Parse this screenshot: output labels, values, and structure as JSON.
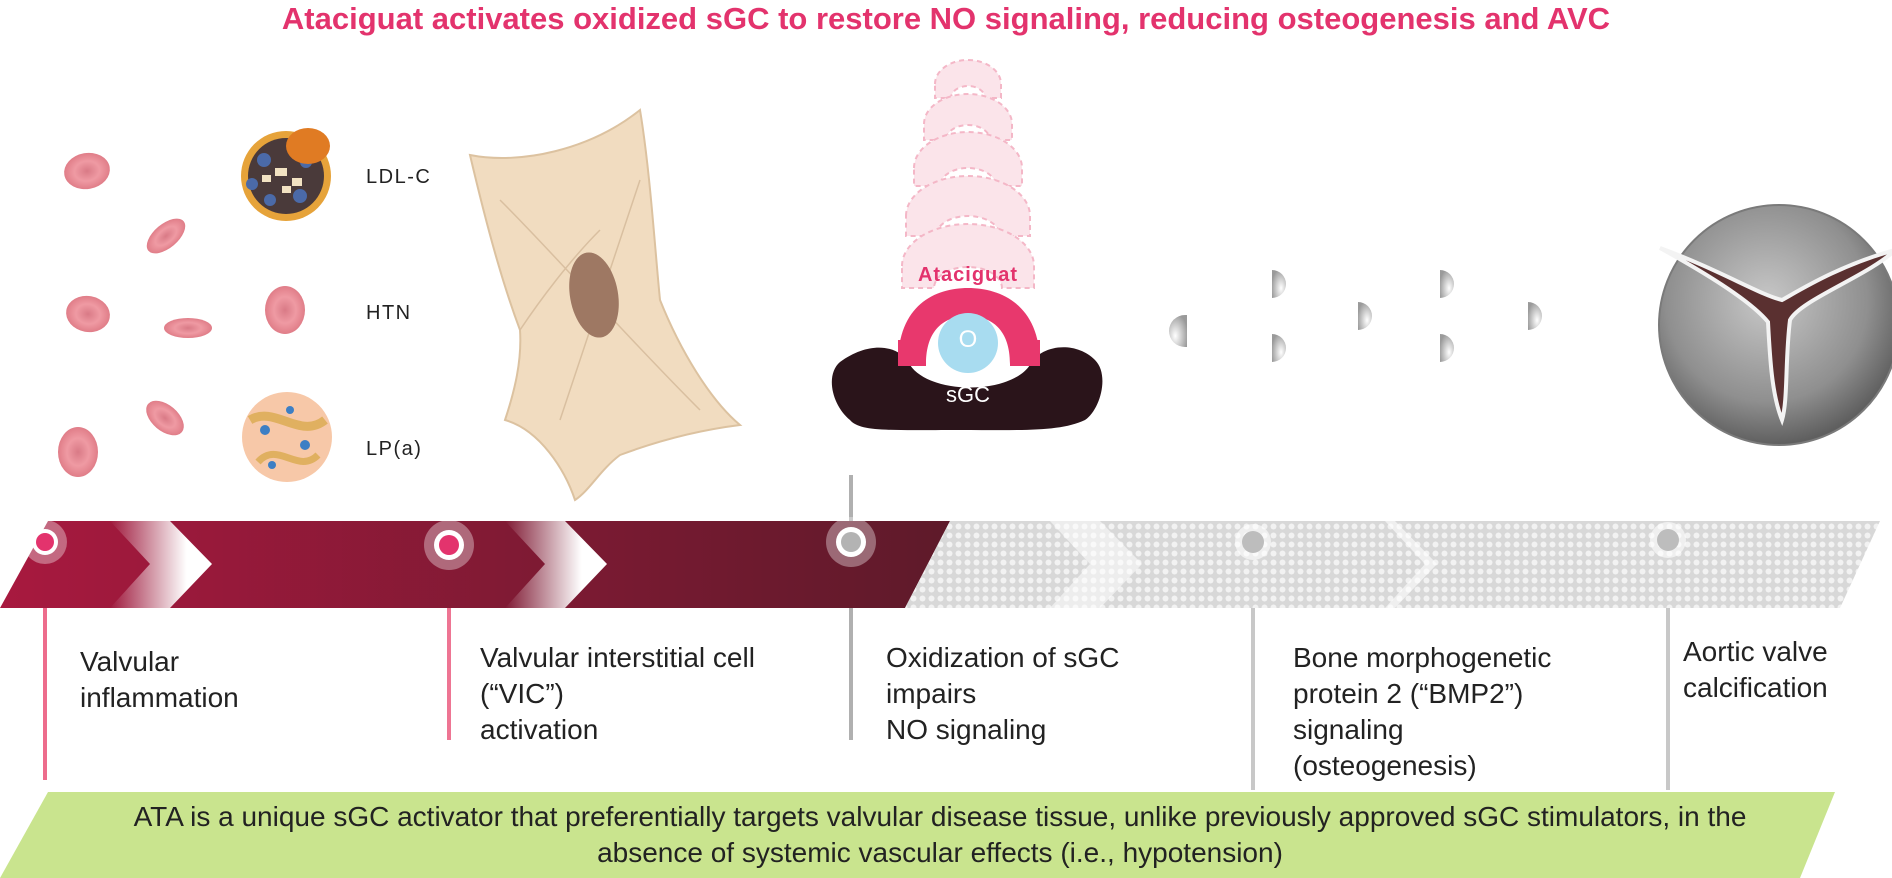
{
  "title": "Ataciguat activates oxidized sGC to restore NO signaling, reducing osteogenesis and AVC",
  "risk_factors": [
    {
      "label": "LDL-C",
      "icon": "ldl-particle-icon"
    },
    {
      "label": "HTN",
      "icon": "red-blood-cell-icon"
    },
    {
      "label": "LP(a)",
      "icon": "lipoprotein-a-icon"
    }
  ],
  "drug_label": "Ataciguat",
  "oxygen_label": "O",
  "enzyme_label": "sGC",
  "steps": [
    {
      "text": "Valvular\ninflammation"
    },
    {
      "text": "Valvular interstitial cell\n(“VIC”)\nactivation"
    },
    {
      "text": "Oxidization of sGC\nimpairs\nNO signaling"
    },
    {
      "text": "Bone morphogenetic\nprotein 2 (“BMP2”)\nsignaling\n(osteogenesis)"
    },
    {
      "text": "Aortic valve\ncalcification"
    }
  ],
  "banner": "ATA is a unique sGC activator that preferentially targets valvular disease tissue, unlike previously approved sGC stimulators, in the absence of systemic vascular effects (i.e., hypotension)",
  "colors": {
    "accent": "#e3336d",
    "arrow_dark": "#7a1d35",
    "arrow_grey": "#cfcfcf",
    "banner": "#c9e48e",
    "enzyme": "#2a141a",
    "oxygen": "#a8dcf0"
  }
}
